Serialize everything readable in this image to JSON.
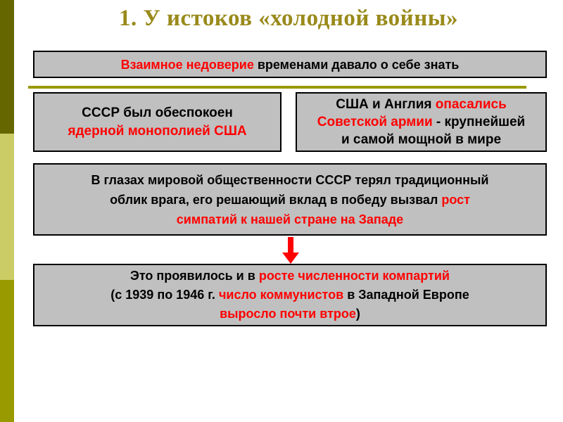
{
  "slide": {
    "title": "1. У истоков «холодной войны»",
    "title_color": "#998a1b",
    "background": "#ffffff"
  },
  "side_stripe": {
    "name": "decorative-side-stripe",
    "segments": [
      {
        "color": "#666600"
      },
      {
        "color": "#cccc66"
      },
      {
        "color": "#999900"
      }
    ]
  },
  "divider": {
    "color": "#999900"
  },
  "arrow": {
    "color": "#ff0000",
    "direction": "down"
  },
  "colors": {
    "box_fill": "#c0c0c0",
    "box_border": "#000000",
    "text": "#000000",
    "accent_red": "#ff0000"
  },
  "boxes": {
    "distrust": {
      "segments": [
        {
          "text": "Взаимное недоверие",
          "color": "red"
        },
        {
          "text": " временами давало о себе знать",
          "color": "black"
        }
      ]
    },
    "ussr_nuclear": {
      "line1": [
        {
          "text": "СССР был обеспокоен",
          "color": "black"
        }
      ],
      "line2": [
        {
          "text": "ядерной монополией США",
          "color": "red"
        }
      ]
    },
    "usa_england": {
      "line1": [
        {
          "text": "США и Англия ",
          "color": "black"
        },
        {
          "text": "опасались",
          "color": "red"
        }
      ],
      "line2": [
        {
          "text": "Советской армии",
          "color": "red"
        },
        {
          "text": " - крупнейшей",
          "color": "black"
        }
      ],
      "line3": [
        {
          "text": "и самой мощной в мире",
          "color": "black"
        }
      ]
    },
    "world_opinion": {
      "line1": [
        {
          "text": "В глазах мировой общественности СССР терял традиционный",
          "color": "black"
        }
      ],
      "line2": [
        {
          "text": "облик врага, его решающий вклад в победу вызвал ",
          "color": "black"
        },
        {
          "text": "рост",
          "color": "red"
        }
      ],
      "line3": [
        {
          "text": "симпатий к нашей стране на Западе",
          "color": "red"
        }
      ]
    },
    "communists": {
      "line1": [
        {
          "text": "Это проявилось и в ",
          "color": "black"
        },
        {
          "text": "росте численности компартий",
          "color": "red"
        }
      ],
      "line2": [
        {
          "text": "(с 1939 по 1946 г. ",
          "color": "black"
        },
        {
          "text": "число коммунистов",
          "color": "red"
        },
        {
          "text": " в Западной Европе",
          "color": "black"
        }
      ],
      "line3": [
        {
          "text": "выросло почти втрое",
          "color": "red"
        },
        {
          "text": ")",
          "color": "black"
        }
      ]
    }
  }
}
